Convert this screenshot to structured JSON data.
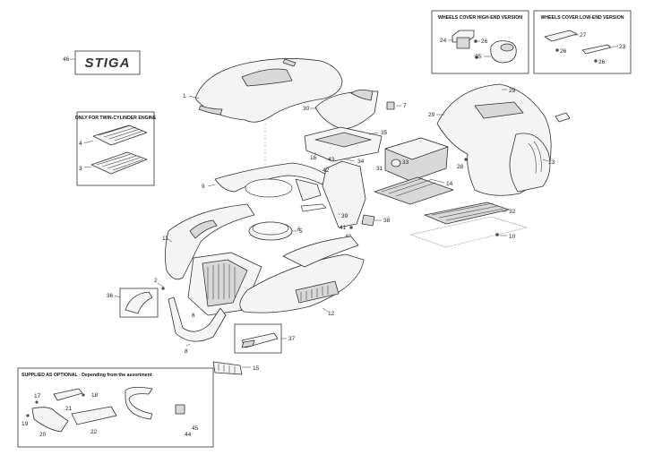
{
  "logo": {
    "text": "STIGA"
  },
  "boxes": {
    "twin_cylinder": "ONLY FOR TWIN-CYLINDER ENGINE",
    "high_end": "WHEELS COVER HIGH-END VERSION",
    "low_end": "WHEELS COVER LOW-END VERSION",
    "optional": "SUPPLIED AS OPTIONAL - Depending from the assortment"
  },
  "callouts": {
    "n1": "1",
    "n2": "2",
    "n3": "3",
    "n4": "4",
    "n5": "5",
    "n6a": "6",
    "n6b": "6",
    "n7": "7",
    "n8": "8",
    "n9": "9",
    "n10": "10",
    "n11": "11",
    "n12": "12",
    "n13": "13",
    "n14": "14",
    "n15": "15",
    "n16": "16",
    "n17": "17",
    "n18": "18",
    "n19": "19",
    "n20": "20",
    "n21": "21",
    "n22": "22",
    "n23": "23",
    "n24": "24",
    "n25": "25",
    "n26a": "26",
    "n26b": "26",
    "n26c": "26",
    "n27": "27",
    "n28": "28",
    "n29a": "29",
    "n29b": "29",
    "n30": "30",
    "n31": "31",
    "n32": "32",
    "n33": "33",
    "n34": "34",
    "n35": "35",
    "n36": "36",
    "n37": "37",
    "n38": "38",
    "n39": "39",
    "n40": "40",
    "n41": "41",
    "n42": "42",
    "n43": "43",
    "n44": "44",
    "n45": "45",
    "n46": "46"
  }
}
